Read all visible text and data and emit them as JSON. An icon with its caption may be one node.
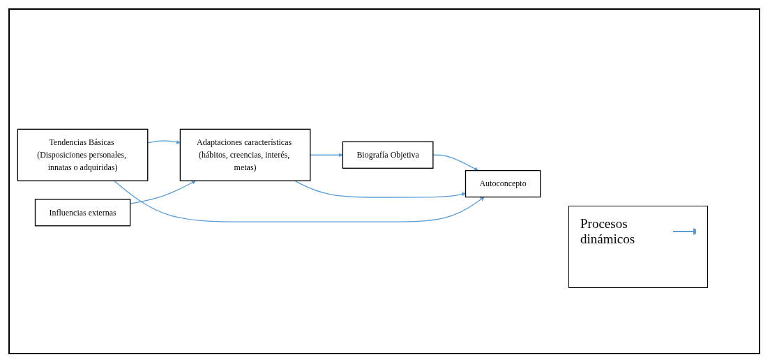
{
  "diagram": {
    "nodes": [
      {
        "text": [
          "Tendencias Básicas (Disposiciones personales, innatas o adquiridas)"
        ]
      },
      {
        "text": [
          "Adaptaciones características (hábitos, creencias, interés, metas)"
        ]
      },
      {
        "text": [
          "Biografía Objetiva"
        ]
      },
      {
        "text": [
          "Influencias externas"
        ]
      },
      {
        "text": [
          "Autoconcepto"
        ]
      }
    ],
    "edges": [
      {
        "from": 0,
        "to": 1,
        "arrow": "to"
      },
      {
        "from": 1,
        "to": 2,
        "arrow": "to"
      },
      {
        "from": 3,
        "to": 1,
        "arrow": "to"
      },
      {
        "from": 2,
        "to": 4,
        "arrow": "to"
      },
      {
        "from": 1,
        "to": 4,
        "arrow": "to"
      },
      {
        "from": 0,
        "to": 4,
        "arrow": "to"
      }
    ],
    "legend": [
      {
        "text": "Procesos dinámicos"
      }
    ]
  }
}
